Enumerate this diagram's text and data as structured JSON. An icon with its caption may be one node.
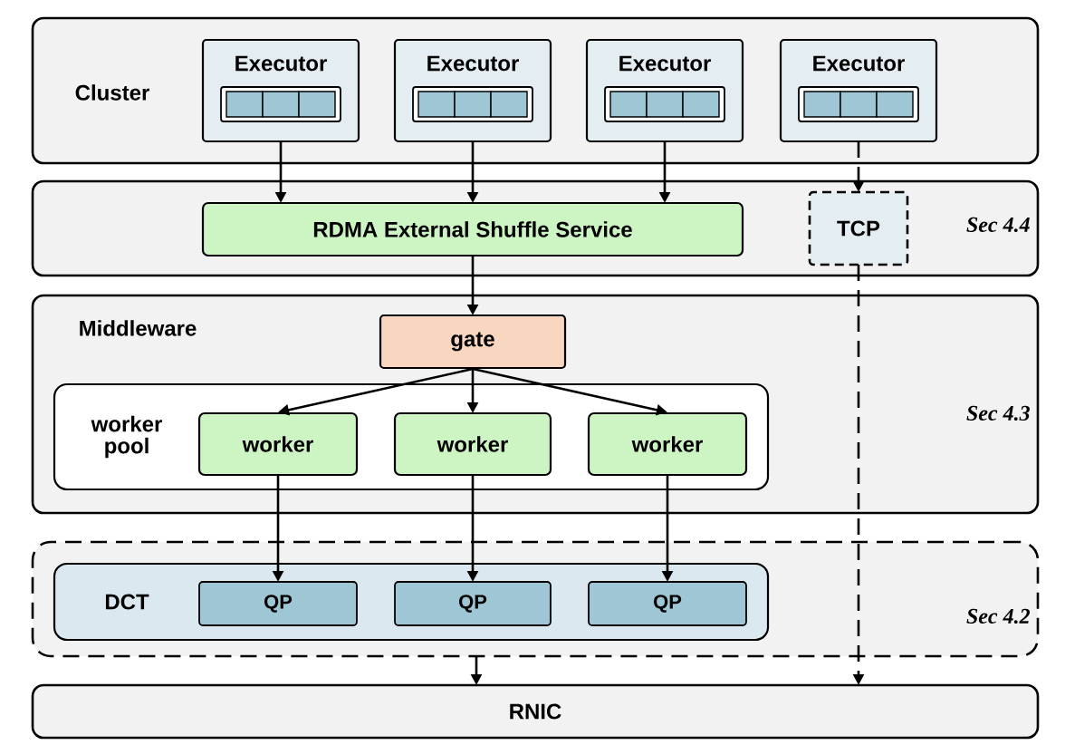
{
  "diagram": {
    "nodes": [
      {
        "text": [
          "Cluster"
        ]
      },
      {
        "text": [
          "Executor"
        ],
        "in": 0
      },
      {
        "text": [
          "Executor"
        ],
        "in": 0
      },
      {
        "text": [
          "Executor"
        ],
        "in": 0
      },
      {
        "text": [
          "Executor"
        ],
        "in": 0
      },
      {
        "text": [
          "Sec 4.4"
        ]
      },
      {
        "text": [
          "RDMA External Shuffle Service"
        ],
        "in": 5
      },
      {
        "text": [
          "TCP"
        ],
        "in": 5
      },
      {
        "text": [
          "Middleware",
          "Sec 4.3"
        ]
      },
      {
        "text": [
          "gate"
        ],
        "in": 8
      },
      {
        "text": [
          "worker pool"
        ],
        "in": 8
      },
      {
        "text": [
          "worker"
        ],
        "in": 10
      },
      {
        "text": [
          "worker"
        ],
        "in": 10
      },
      {
        "text": [
          "worker"
        ],
        "in": 10
      },
      {
        "text": [
          "Sec 4.2"
        ]
      },
      {
        "text": [
          "DCT"
        ],
        "in": 14
      },
      {
        "text": [
          "QP"
        ],
        "in": 15
      },
      {
        "text": [
          "QP"
        ],
        "in": 15
      },
      {
        "text": [
          "QP"
        ],
        "in": 15
      },
      {
        "text": [
          "RNIC"
        ]
      }
    ],
    "edges": [
      {
        "from": 1,
        "to": 6,
        "arrow": "to"
      },
      {
        "from": 2,
        "to": 6,
        "arrow": "to"
      },
      {
        "from": 3,
        "to": 6,
        "arrow": "to"
      },
      {
        "from": 4,
        "to": 7,
        "arrow": "to",
        "style": "dashed"
      },
      {
        "from": 6,
        "to": 9,
        "arrow": "to"
      },
      {
        "from": 9,
        "to": 11,
        "arrow": "to"
      },
      {
        "from": 9,
        "to": 12,
        "arrow": "to"
      },
      {
        "from": 9,
        "to": 13,
        "arrow": "to"
      },
      {
        "from": 11,
        "to": 16,
        "arrow": "to"
      },
      {
        "from": 12,
        "to": 17,
        "arrow": "to"
      },
      {
        "from": 13,
        "to": 18,
        "arrow": "to"
      },
      {
        "from": 14,
        "to": 19,
        "arrow": "to"
      },
      {
        "from": 7,
        "to": 19,
        "arrow": "to",
        "style": "dashed"
      }
    ]
  }
}
